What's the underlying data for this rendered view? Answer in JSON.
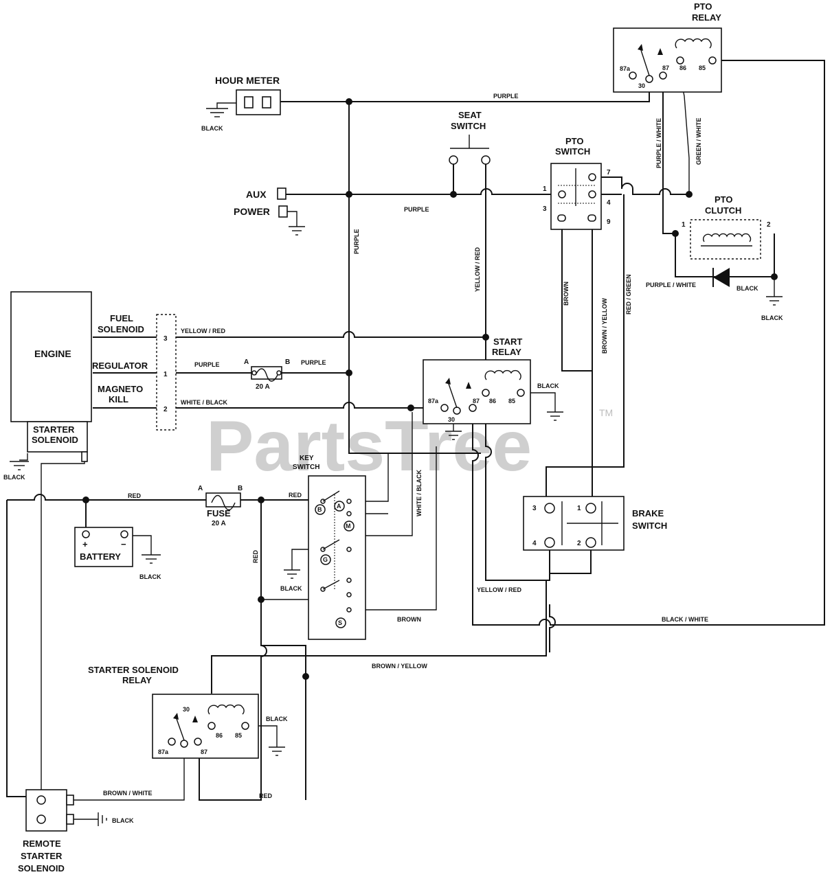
{
  "watermark": {
    "text": "PartsTree",
    "tm": "TM"
  },
  "components": {
    "hour_meter": "HOUR METER",
    "aux": "AUX",
    "power": "POWER",
    "seat_switch": [
      "SEAT",
      "SWITCH"
    ],
    "pto_switch": [
      "PTO",
      "SWITCH"
    ],
    "pto_relay": [
      "PTO",
      "RELAY"
    ],
    "pto_clutch": [
      "PTO",
      "CLUTCH"
    ],
    "engine": "ENGINE",
    "starter_solenoid": [
      "STARTER",
      "SOLENOID"
    ],
    "fuel_solenoid": [
      "FUEL",
      "SOLENOID"
    ],
    "regulator": "REGULATOR",
    "magneto_kill": [
      "MAGNETO",
      "KILL"
    ],
    "start_relay": [
      "START",
      "RELAY"
    ],
    "key_switch": [
      "KEY",
      "SWITCH"
    ],
    "brake_switch": [
      "BRAKE",
      "SWITCH"
    ],
    "battery": "BATTERY",
    "fuse": "FUSE",
    "fuse_rating": "20 A",
    "fuse2_rating": "20 A",
    "starter_solenoid_relay": [
      "STARTER SOLENOID",
      "RELAY"
    ],
    "remote_starter_solenoid": [
      "REMOTE",
      "STARTER",
      "SOLENOID"
    ]
  },
  "wires": {
    "purple": "PURPLE",
    "black": "BLACK",
    "red": "RED",
    "yellow_red": "YELLOW / RED",
    "white_black": "WHITE / BLACK",
    "brown": "BROWN",
    "brown_yellow": "BROWN / YELLOW",
    "red_green": "RED / GREEN",
    "purple_white": "PURPLE / WHITE",
    "green_white": "GREEN / WHITE",
    "black_white": "BLACK / WHITE",
    "brown_white": "BROWN / WHITE"
  },
  "pins": {
    "relay": [
      "87a",
      "30",
      "87",
      "86",
      "85"
    ],
    "pto_switch": [
      "1",
      "3",
      "7",
      "4",
      "9"
    ],
    "engine_conn": [
      "3",
      "1",
      "2"
    ],
    "brake": [
      "3",
      "1",
      "4",
      "2"
    ],
    "clutch": [
      "1",
      "2"
    ],
    "fuse_ab": [
      "A",
      "B"
    ],
    "key": [
      "B",
      "A",
      "M",
      "G",
      "S"
    ],
    "battery": [
      "+",
      "−"
    ]
  }
}
